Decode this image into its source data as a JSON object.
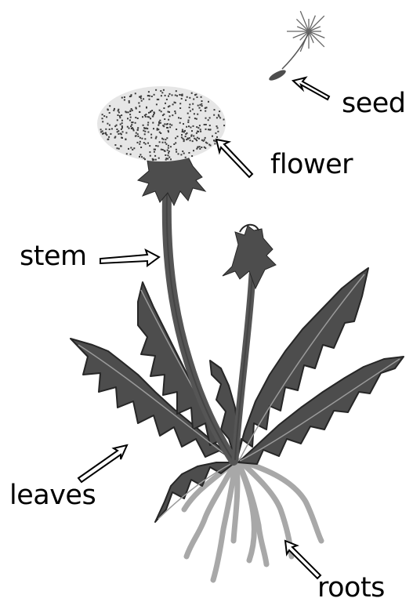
{
  "diagram": {
    "labels": {
      "seed": "seed",
      "flower": "flower",
      "stem": "stem",
      "leaves": "leaves",
      "roots": "roots"
    },
    "colors": {
      "leaf": "#4d4d4d",
      "leaf_outline": "#262626",
      "stem": "#555555",
      "root": "#a8a8a8",
      "seed_head": "#e6e6e6",
      "seed_head_dots": "#3a3a3a",
      "arrow_fill": "#ffffff",
      "arrow_stroke": "#000000",
      "text": "#000000"
    }
  }
}
